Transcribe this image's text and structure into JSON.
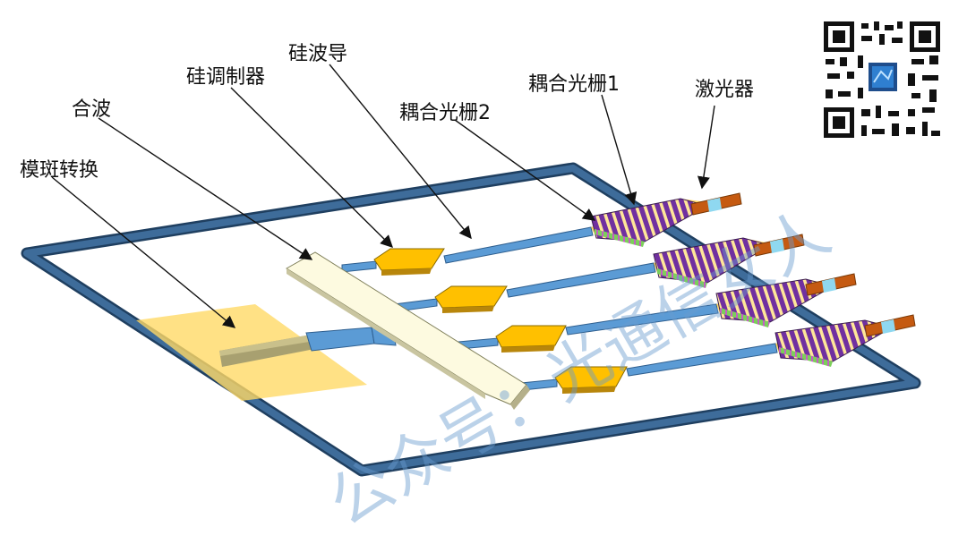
{
  "labels": {
    "mode_conversion": "模斑转换",
    "combiner": "合波",
    "si_modulator": "硅调制器",
    "si_waveguide": "硅波导",
    "grating2": "耦合光栅2",
    "grating1": "耦合光栅1",
    "laser": "激光器"
  },
  "watermark": "公众号：光通信女人",
  "colors": {
    "frame": "#2f5a86",
    "waveguide": "#5b9bd5",
    "modulator": "#ffc000",
    "combiner": "#fdfae0",
    "converter_pad": "#ffd966",
    "grating_purple": "#7030a0",
    "grating_yellow": "#ffe699",
    "grating_green": "#70ad47",
    "laser_brown": "#c55a11",
    "laser_cyan": "#8fd8f0"
  },
  "icons": {
    "qr": "qr-code-icon"
  }
}
